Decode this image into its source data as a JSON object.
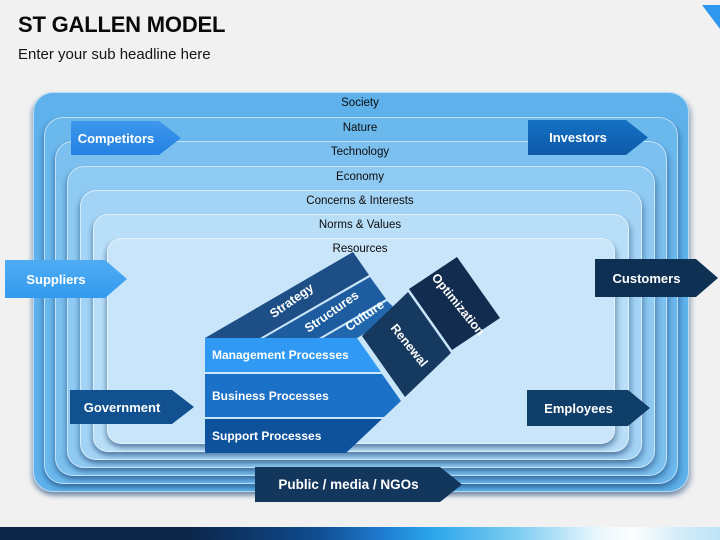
{
  "header": {
    "title": "ST GALLEN MODEL",
    "subtitle": "Enter your sub headline here"
  },
  "layers": [
    {
      "label": "Society",
      "color": "#5EB1EA"
    },
    {
      "label": "Nature",
      "color": "#6BB8ED"
    },
    {
      "label": "Technology",
      "color": "#7BC0EF"
    },
    {
      "label": "Economy",
      "color": "#8FCAF2"
    },
    {
      "label": "Concerns & Interests",
      "color": "#A4D4F5"
    },
    {
      "label": "Norms & Values",
      "color": "#B8DEF8"
    },
    {
      "label": "Resources",
      "color": "#C9E5FA"
    }
  ],
  "arrows": {
    "competitors": {
      "label": "Competitors",
      "color": "#2E8CE8"
    },
    "investors": {
      "label": "Investors",
      "color": "#1165B5"
    },
    "suppliers": {
      "label": "Suppliers",
      "color": "#3EA2F0"
    },
    "customers": {
      "label": "Customers",
      "color": "#0E3153"
    },
    "government": {
      "label": "Government",
      "color": "#11518F"
    },
    "employees": {
      "label": "Employees",
      "color": "#0F3E69"
    },
    "public": {
      "label": "Public / media / NGOs",
      "color": "#12365C"
    }
  },
  "model": {
    "diagonal_bands": [
      {
        "label": "Strategy",
        "color": "#1E4E86"
      },
      {
        "label": "Structures",
        "color": "#1D5C9F"
      },
      {
        "label": "Culture",
        "color": "#2167AE"
      }
    ],
    "pivot_bands": [
      {
        "label": "Renewal",
        "color": "#16395F"
      },
      {
        "label": "Optimization",
        "color": "#112C4E"
      }
    ],
    "process_bars": [
      {
        "label": "Management Processes",
        "color": "#2F99F3"
      },
      {
        "label": "Business Processes",
        "color": "#1B70C8"
      },
      {
        "label": "Support Processes",
        "color": "#0E529C"
      }
    ]
  },
  "accent": {
    "corner_triangle": "#2E96EE",
    "bottom_bar_left": "#0C2549",
    "bottom_bar_mid": "#2BA6EA",
    "slide_background": "#F1F1F2"
  }
}
